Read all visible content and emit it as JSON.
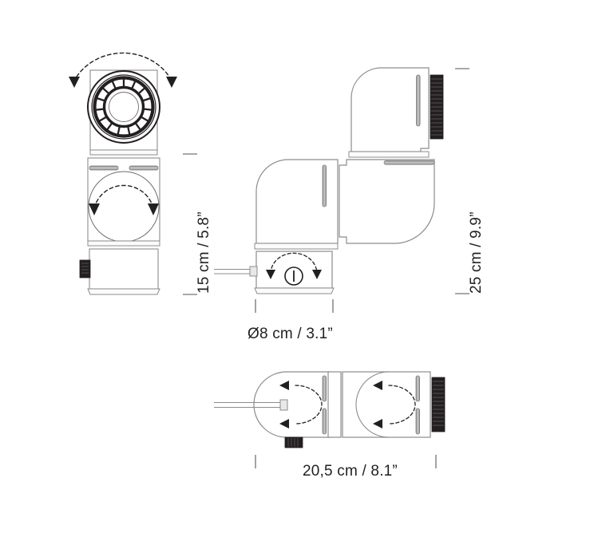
{
  "drawing": {
    "title": "Modular articulated lamp dimension drawing",
    "background_color": "#ffffff",
    "line_color": "#231f20",
    "outline_color": "#6e6e6e",
    "slot_fill": "#b3b3b3",
    "grille_color": "#231f20",
    "text_color": "#231f20"
  },
  "dimensions": {
    "height_front": "15 cm / 5.8”",
    "height_side": "25 cm / 9.9”",
    "diameter": "Ø8 cm / 3.1”",
    "width_top": "20,5 cm / 8.1”"
  },
  "views": {
    "front": {
      "name": "front-elevation",
      "parts": [
        "lamp-head-grille",
        "rotating-mid-module",
        "base-module",
        "side-connector"
      ]
    },
    "side": {
      "name": "side-elevation",
      "parts": [
        "upper-elbow-module",
        "lower-elbow-module",
        "base-module-with-dial",
        "power-cable",
        "head-fin-grille"
      ]
    },
    "top": {
      "name": "top-plan",
      "parts": [
        "base-cylinder",
        "head-cylinder",
        "power-cable",
        "side-connector",
        "head-fin-grille"
      ]
    }
  },
  "annotations": {
    "rotation_arrows": [
      {
        "name": "head-rotation-arc",
        "view": "front"
      },
      {
        "name": "mid-rotation-arc",
        "view": "front"
      },
      {
        "name": "dial-rotation-arc",
        "view": "side"
      },
      {
        "name": "base-rotation-arc",
        "view": "top"
      },
      {
        "name": "head-rotation-arc",
        "view": "top"
      }
    ],
    "power_dial": {
      "name": "power-dial-knob",
      "symbol": "power-knob-icon"
    }
  }
}
